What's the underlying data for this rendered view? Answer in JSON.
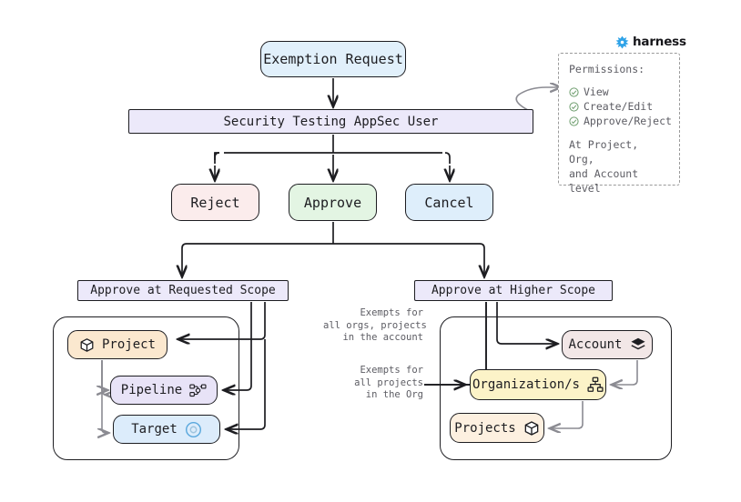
{
  "brand": {
    "name": "harness",
    "logo_icon": "harness-diamond-icon",
    "accent": "#2fa3e8"
  },
  "flow": {
    "start": {
      "label": "Exemption Request",
      "color": "#e1f0fb"
    },
    "actor": {
      "label": "Security Testing AppSec User",
      "color": "#ece9fa"
    },
    "actions": [
      {
        "label": "Reject",
        "color": "#fbecec"
      },
      {
        "label": "Approve",
        "color": "#e3f5e3"
      },
      {
        "label": "Cancel",
        "color": "#deeefb"
      }
    ],
    "scopes": [
      {
        "label": "Approve at Requested Scope",
        "color": "#ece9fa"
      },
      {
        "label": "Approve at Higher Scope",
        "color": "#ece9fa"
      }
    ]
  },
  "permissions": {
    "title": "Permissions:",
    "items": [
      {
        "label": "View",
        "icon": "check-circle-icon"
      },
      {
        "label": "Create/Edit",
        "icon": "check-circle-icon"
      },
      {
        "label": "Approve/Reject",
        "icon": "check-circle-icon"
      }
    ],
    "footer_line1": "At Project, Org,",
    "footer_line2": "and Account level"
  },
  "requested_scope_cluster": {
    "nodes": [
      {
        "label": "Project",
        "icon": "cube-icon",
        "icon_side": "left",
        "color": "#fbe8cf"
      },
      {
        "label": "Pipeline",
        "icon": "pipeline-nodes-icon",
        "icon_side": "right",
        "color": "#e8e3f7"
      },
      {
        "label": "Target",
        "icon": "target-circle-icon",
        "icon_side": "right",
        "color": "#dcecfb"
      }
    ]
  },
  "higher_scope_cluster": {
    "nodes": [
      {
        "label": "Account",
        "icon": "layers-icon",
        "icon_side": "right",
        "color": "#f2e7e7"
      },
      {
        "label": "Organization/s",
        "icon": "org-chart-icon",
        "icon_side": "right",
        "color": "#fcf3c8"
      },
      {
        "label": "Projects",
        "icon": "cube-icon",
        "icon_side": "right",
        "color": "#fdf0e0"
      }
    ],
    "edge_labels": {
      "to_account": "Exempts for\nall orgs, projects\nin the account",
      "to_org": "Exempts for\nall projects\nin the Org"
    }
  }
}
